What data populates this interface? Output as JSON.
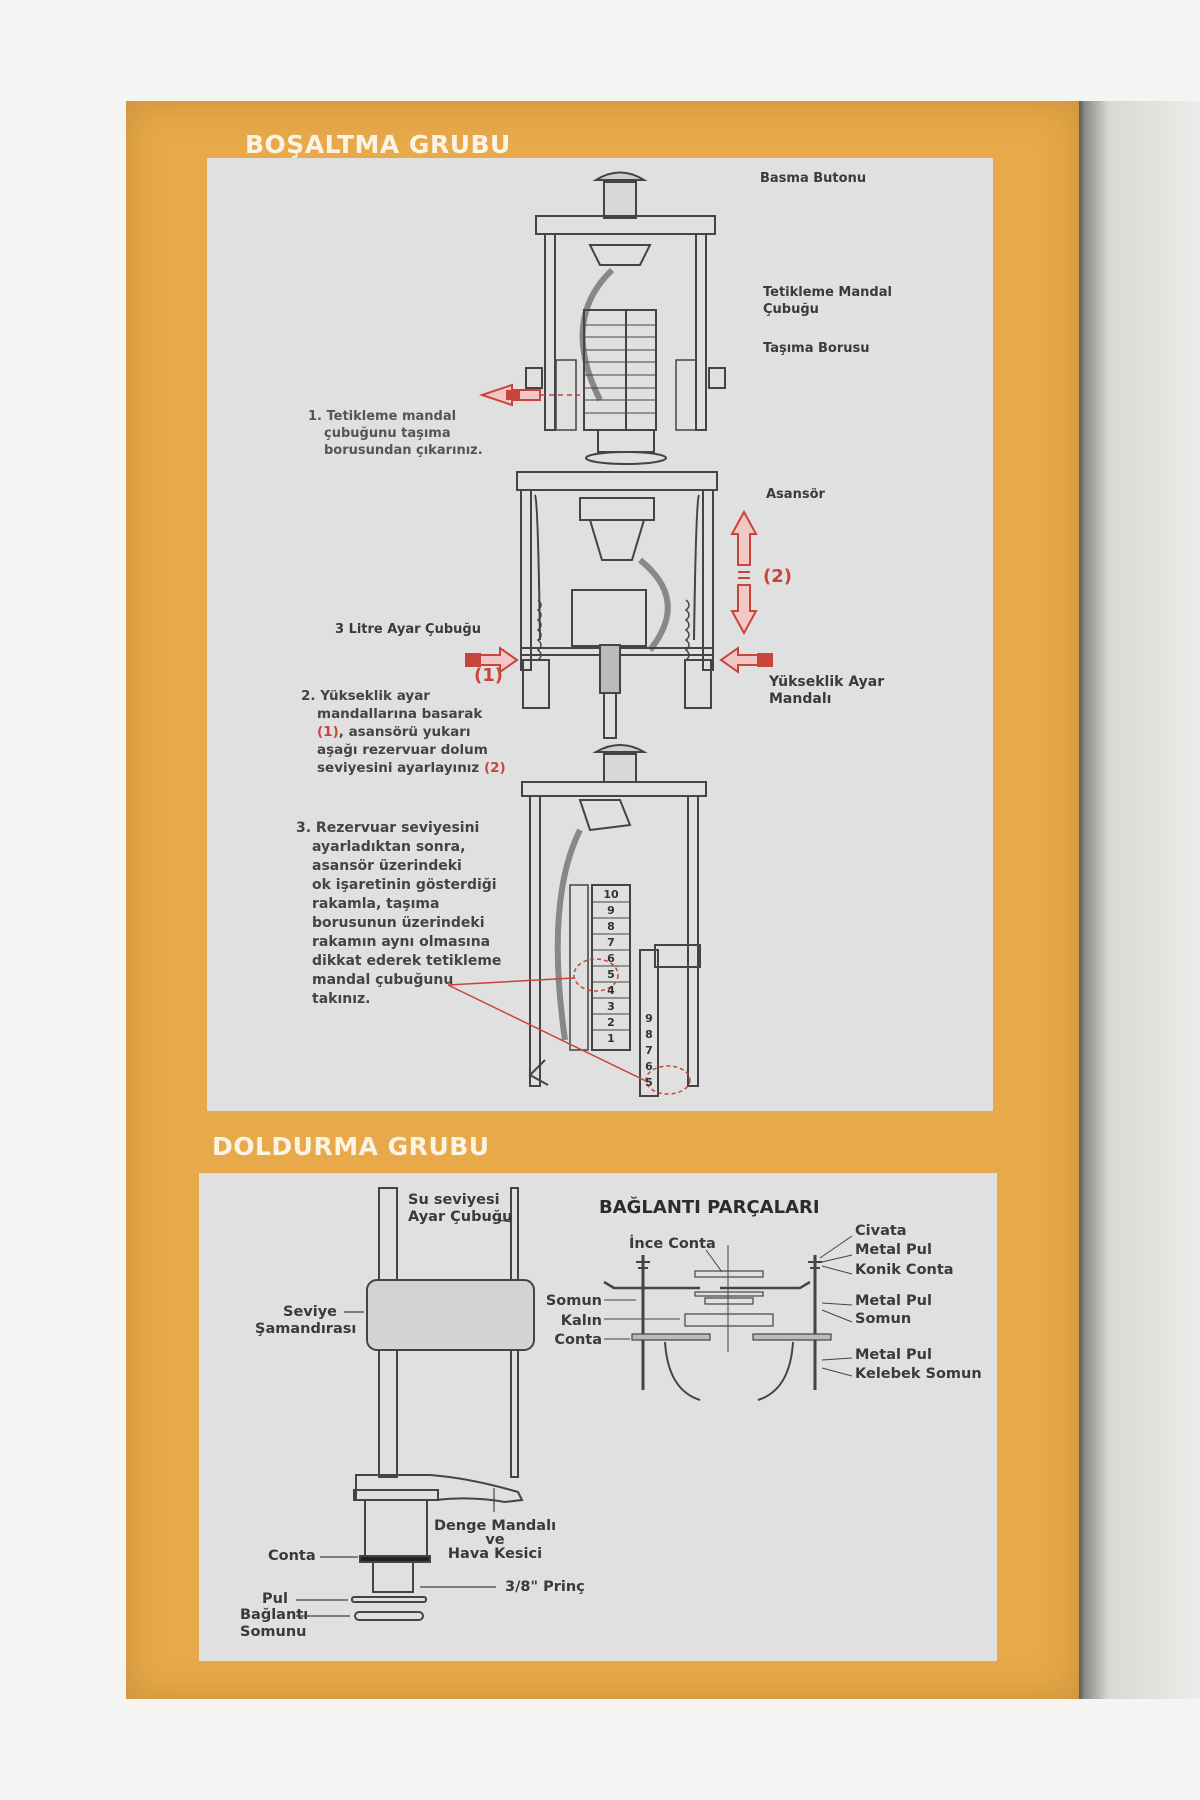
{
  "colors": {
    "box": "#e7a94a",
    "panel": "#dfe0df",
    "accent_red": "#c8453c"
  },
  "drain_group": {
    "title": "BOŞALTMA GRUBU",
    "labels": {
      "push_button": "Basma Butonu",
      "trigger_rod": [
        "Tetikleme Mandal",
        "Çubuğu"
      ],
      "overflow_pipe": "Taşıma Borusu",
      "elevator": "Asansör",
      "litre_rod": "3 Litre Ayar Çubuğu",
      "height_latch": [
        "Yükseklik Ayar",
        "Mandalı"
      ],
      "marker_1": "(1)",
      "marker_2": "(2)"
    },
    "scale_numbers": [
      "10",
      "9",
      "8",
      "7",
      "6",
      "5",
      "4",
      "3",
      "2",
      "1"
    ],
    "scale_numbers_pipe": [
      "9",
      "8",
      "7",
      "6",
      "5"
    ],
    "steps": {
      "step1": [
        "1. Tetikleme mandal",
        "çubuğunu taşıma",
        "borusundan çıkarınız."
      ],
      "step2": {
        "l1": "2. Yükseklik ayar",
        "l2": "mandallarına basarak",
        "l3_red": "(1)",
        "l3": ", asansörü yukarı",
        "l4": "aşağı rezervuar dolum",
        "l5": "seviyesini ayarlayınız ",
        "l5_red": "(2)"
      },
      "step3": [
        "3. Rezervuar seviyesini",
        "ayarladıktan sonra,",
        "asansör üzerindeki",
        "ok işaretinin gösterdiği",
        "rakamla, taşıma",
        "borusunun üzerindeki",
        "rakamın aynı olmasına",
        "dikkat ederek tetikleme",
        "mandal çubuğunu",
        "takınız."
      ]
    }
  },
  "fill_group": {
    "title": "DOLDURMA GRUBU",
    "labels": {
      "level_rod": [
        "Su seviyesi",
        "Ayar Çubuğu"
      ],
      "float": [
        "Seviye",
        "Şamandırası"
      ],
      "balance": [
        "Denge Mandalı",
        "ve",
        "Hava Kesici"
      ],
      "gasket": "Conta",
      "brass": "3/8\" Prinç",
      "washer": "Pul",
      "nut": [
        "Bağlantı",
        "Somunu"
      ]
    },
    "fittings": {
      "title": "BAĞLANTI PARÇALARI",
      "thin_gasket": "İnce Conta",
      "left": [
        "Somun",
        "Kalın",
        "Conta"
      ],
      "right": [
        "Civata",
        "Metal Pul",
        "Konik Conta",
        "Metal Pul",
        "Somun",
        "Metal Pul",
        "Kelebek Somun"
      ]
    }
  }
}
